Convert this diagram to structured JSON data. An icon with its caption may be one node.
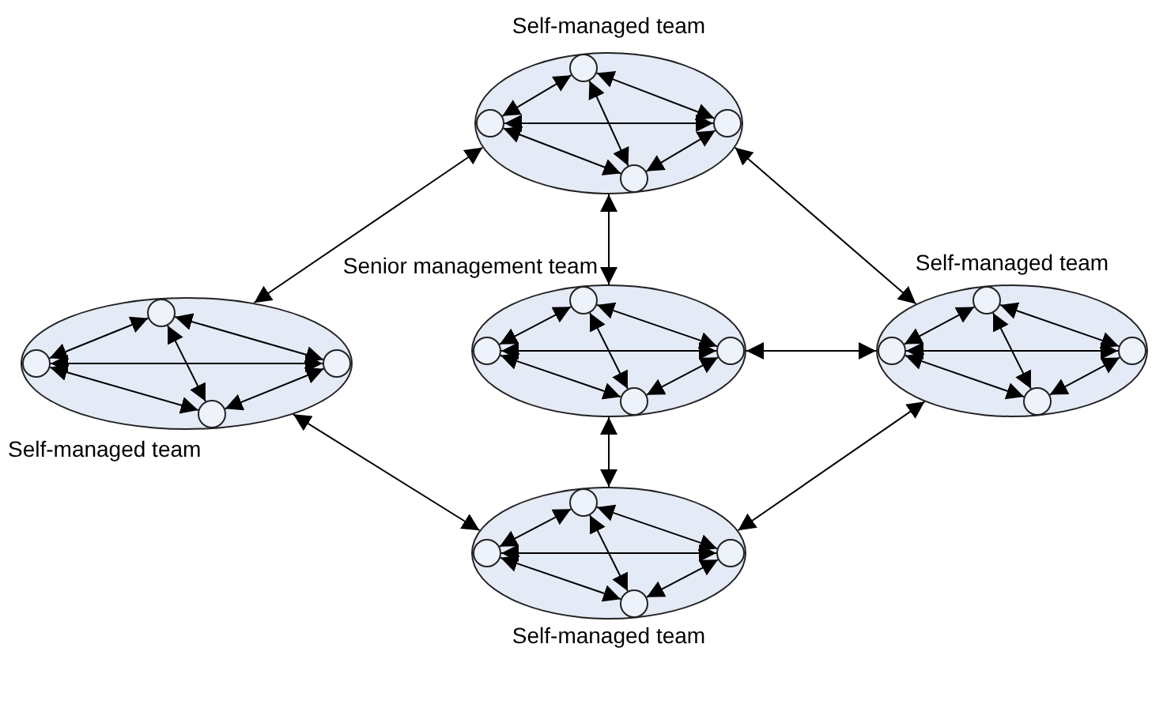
{
  "diagram": {
    "nodes": [
      {
        "text": [
          "Self-managed team"
        ]
      },
      {
        "text": [],
        "shape": "circle",
        "in": 0
      },
      {
        "text": [],
        "shape": "circle",
        "in": 0
      },
      {
        "text": [],
        "shape": "circle",
        "in": 0
      },
      {
        "text": [],
        "shape": "circle",
        "in": 0
      },
      {
        "text": [
          "Self-managed team"
        ]
      },
      {
        "text": [],
        "shape": "circle",
        "in": 5
      },
      {
        "text": [],
        "shape": "circle",
        "in": 5
      },
      {
        "text": [],
        "shape": "circle",
        "in": 5
      },
      {
        "text": [],
        "shape": "circle",
        "in": 5
      },
      {
        "text": [
          "Senior management team"
        ]
      },
      {
        "text": [],
        "shape": "circle",
        "in": 10
      },
      {
        "text": [],
        "shape": "circle",
        "in": 10
      },
      {
        "text": [],
        "shape": "circle",
        "in": 10
      },
      {
        "text": [],
        "shape": "circle",
        "in": 10
      },
      {
        "text": [
          "Self-managed team"
        ]
      },
      {
        "text": [],
        "shape": "circle",
        "in": 15
      },
      {
        "text": [],
        "shape": "circle",
        "in": 15
      },
      {
        "text": [],
        "shape": "circle",
        "in": 15
      },
      {
        "text": [],
        "shape": "circle",
        "in": 15
      },
      {
        "text": [
          "Self-managed team"
        ]
      },
      {
        "text": [],
        "shape": "circle",
        "in": 20
      },
      {
        "text": [],
        "shape": "circle",
        "in": 20
      },
      {
        "text": [],
        "shape": "circle",
        "in": 20
      },
      {
        "text": [],
        "shape": "circle",
        "in": 20
      }
    ],
    "edges": [
      {
        "from": 1,
        "to": 2,
        "arrow": "both"
      },
      {
        "from": 1,
        "to": 3,
        "arrow": "both"
      },
      {
        "from": 2,
        "to": 3,
        "arrow": "both"
      },
      {
        "from": 2,
        "to": 4,
        "arrow": "both"
      },
      {
        "from": 4,
        "to": 3,
        "arrow": "both"
      },
      {
        "from": 1,
        "to": 4,
        "arrow": "both"
      },
      {
        "from": 6,
        "to": 7,
        "arrow": "both"
      },
      {
        "from": 6,
        "to": 8,
        "arrow": "both"
      },
      {
        "from": 7,
        "to": 8,
        "arrow": "both"
      },
      {
        "from": 7,
        "to": 9,
        "arrow": "both"
      },
      {
        "from": 9,
        "to": 8,
        "arrow": "both"
      },
      {
        "from": 6,
        "to": 9,
        "arrow": "both"
      },
      {
        "from": 11,
        "to": 12,
        "arrow": "both"
      },
      {
        "from": 11,
        "to": 13,
        "arrow": "both"
      },
      {
        "from": 12,
        "to": 13,
        "arrow": "both"
      },
      {
        "from": 12,
        "to": 14,
        "arrow": "both"
      },
      {
        "from": 14,
        "to": 13,
        "arrow": "both"
      },
      {
        "from": 11,
        "to": 14,
        "arrow": "both"
      },
      {
        "from": 16,
        "to": 17,
        "arrow": "both"
      },
      {
        "from": 16,
        "to": 18,
        "arrow": "both"
      },
      {
        "from": 17,
        "to": 18,
        "arrow": "both"
      },
      {
        "from": 17,
        "to": 19,
        "arrow": "both"
      },
      {
        "from": 19,
        "to": 18,
        "arrow": "both"
      },
      {
        "from": 16,
        "to": 19,
        "arrow": "both"
      },
      {
        "from": 21,
        "to": 22,
        "arrow": "both"
      },
      {
        "from": 21,
        "to": 23,
        "arrow": "both"
      },
      {
        "from": 22,
        "to": 23,
        "arrow": "both"
      },
      {
        "from": 22,
        "to": 24,
        "arrow": "both"
      },
      {
        "from": 24,
        "to": 23,
        "arrow": "both"
      },
      {
        "from": 21,
        "to": 24,
        "arrow": "both"
      },
      {
        "from": 5,
        "to": 0,
        "arrow": "both"
      },
      {
        "from": 0,
        "to": 10,
        "arrow": "both"
      },
      {
        "from": 0,
        "to": 15,
        "arrow": "both"
      },
      {
        "from": 10,
        "to": 15,
        "arrow": "both"
      },
      {
        "from": 5,
        "to": 20,
        "arrow": "both"
      },
      {
        "from": 10,
        "to": 20,
        "arrow": "both"
      },
      {
        "from": 15,
        "to": 20,
        "arrow": "both"
      }
    ]
  }
}
